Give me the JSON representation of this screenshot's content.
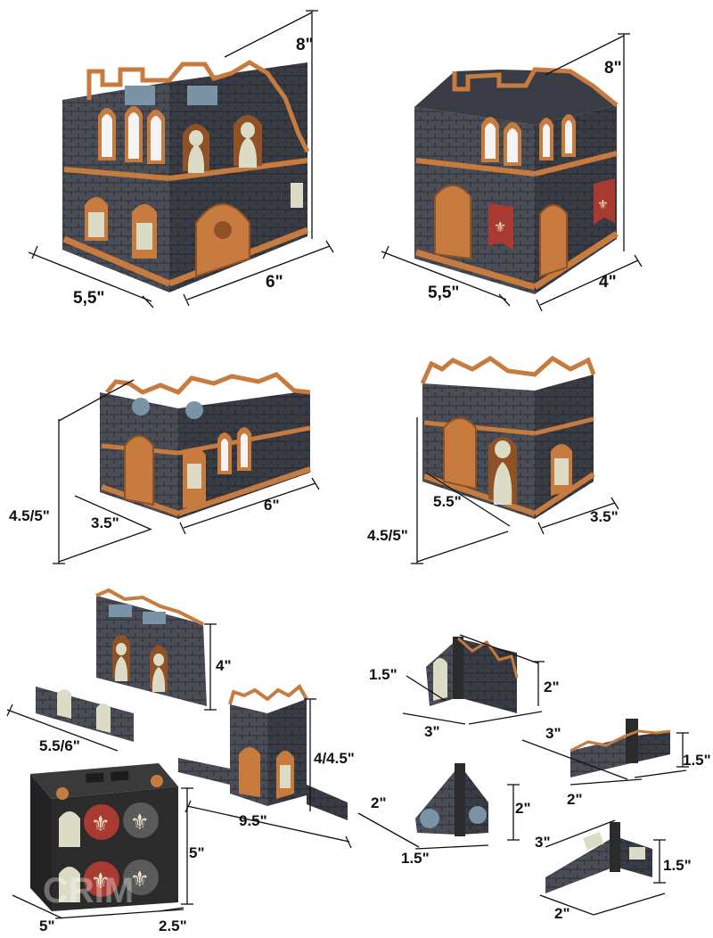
{
  "palette": {
    "stone": "#4a4c56",
    "stone_dark": "#33353d",
    "trim": "#c77b3e",
    "trim_dark": "#8e5226",
    "statue": "#dcdcc6",
    "window_blue": "#7b93a6",
    "banner_red": "#a83a32",
    "line": "#111111"
  },
  "panels": [
    {
      "name": "cathedral-large",
      "labels": [
        "8\"",
        "5,5\"",
        "6\""
      ]
    },
    {
      "name": "chapel-large",
      "labels": [
        "8\"",
        "5,5\"",
        "4\""
      ]
    },
    {
      "name": "ruin-medium-a",
      "labels": [
        "4.5/5\"",
        "3.5\"",
        "6\""
      ]
    },
    {
      "name": "ruin-medium-b",
      "labels": [
        "4.5/5\"",
        "5.5\"",
        "3.5\""
      ]
    },
    {
      "name": "wall-sections",
      "labels": [
        "4\"",
        "5.5/6\"",
        "4/4.5\"",
        "9.5\""
      ]
    },
    {
      "name": "storage-box",
      "labels": [
        "5\"",
        "5\"",
        "2.5\""
      ]
    },
    {
      "name": "corner-a",
      "labels": [
        "1.5\"",
        "2\"",
        "3\""
      ]
    },
    {
      "name": "corner-b",
      "labels": [
        "3\"",
        "1.5\"",
        "2\""
      ]
    },
    {
      "name": "corner-c",
      "labels": [
        "2\"",
        "2\"",
        "1.5\""
      ]
    },
    {
      "name": "corner-d",
      "labels": [
        "3\"",
        "1.5\"",
        "2\""
      ]
    }
  ],
  "watermark": "CRIM"
}
